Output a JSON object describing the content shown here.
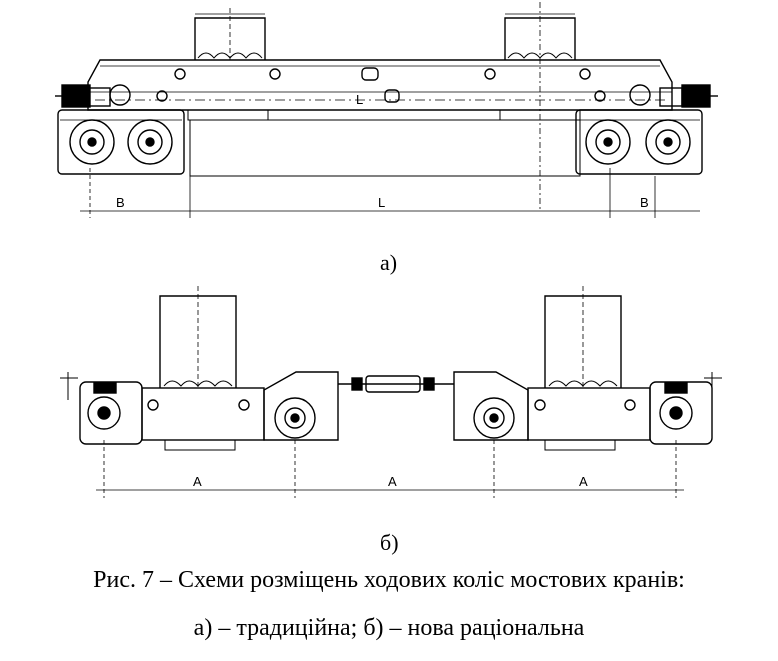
{
  "figure": {
    "panel_a_label": "а)",
    "panel_b_label": "б)",
    "caption_line1": "Рис. 7 – Схеми розміщень ходових коліс мостових кранів:",
    "caption_line2": "а) – традиційна; б) – нова раціональна"
  },
  "dimensions_a": {
    "left": "B",
    "middle": "L",
    "right": "B",
    "beam": "L"
  },
  "dimensions_b": {
    "left": "A",
    "middle": "A",
    "right": "A"
  }
}
